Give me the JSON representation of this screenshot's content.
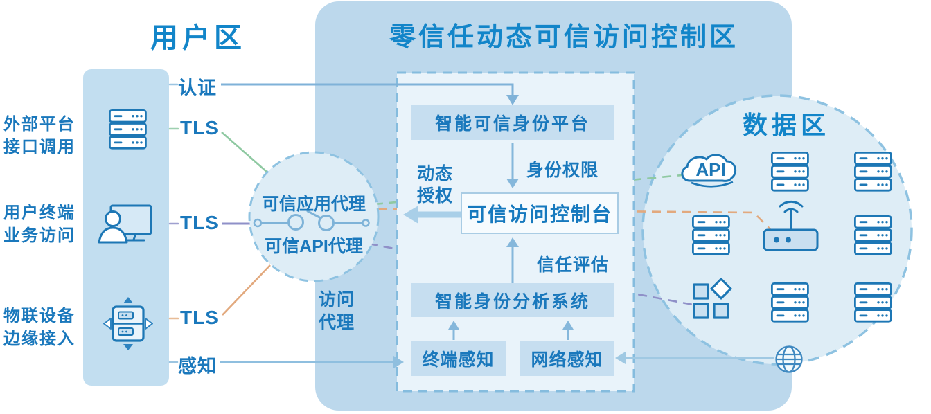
{
  "zones": {
    "user": {
      "title": "用户区"
    },
    "control": {
      "title": "零信任动态可信访问控制区"
    },
    "data": {
      "title": "数据区"
    }
  },
  "sources": [
    {
      "line1": "外部平台",
      "line2": "接口调用",
      "icon": "server-stack-icon"
    },
    {
      "line1": "用户终端",
      "line2": "业务访问",
      "icon": "user-terminal-icon"
    },
    {
      "line1": "物联设备",
      "line2": "边缘接入",
      "icon": "iot-device-icon"
    }
  ],
  "connectors": {
    "auth": "认证",
    "tls_external": "TLS",
    "tls_terminal": "TLS",
    "tls_iot": "TLS",
    "sense": "感知"
  },
  "proxy": {
    "app_proxy": "可信应用代理",
    "api_proxy": "可信API代理",
    "caption_line1": "访问",
    "caption_line2": "代理",
    "icon": "switch-link-icon"
  },
  "control_nodes": {
    "identity_platform": "智能可信身份平台",
    "access_console": "可信访问控制台",
    "analysis_system": "智能身份分析系统",
    "terminal_sense": "终端感知",
    "network_sense": "网络感知"
  },
  "flow_labels": {
    "dynamic_line1": "动态",
    "dynamic_line2": "授权",
    "identity_permission": "身份权限",
    "trust_evaluation": "信任评估"
  },
  "data_zone": {
    "api_label": "API",
    "icons": [
      "api-cloud-icon",
      "server-stack-icon",
      "server-stack-icon",
      "server-stack-icon",
      "wireless-router-icon",
      "server-stack-icon",
      "app-modules-icon",
      "server-stack-icon",
      "server-stack-icon",
      "globe-icon"
    ]
  },
  "colors": {
    "title_blue": "#1285C9",
    "text_blue": "#1A78BC",
    "icon_stroke": "#1D77B5",
    "control_zone_fill": "#BCD8EC",
    "user_panel_fill": "#C2DEF0",
    "dashed_box_fill": "#E9F3FA",
    "node_fill": "#C6DEF0",
    "circle_fill": "#DEEDF6",
    "dash_border": "#8EC2E1",
    "arrow_blue": "#7FB2D8",
    "thick_arrow": "#A9CFE8",
    "line_green": "#8FC9A2",
    "line_purple": "#8F90C8",
    "line_orange": "#E2A97E"
  }
}
